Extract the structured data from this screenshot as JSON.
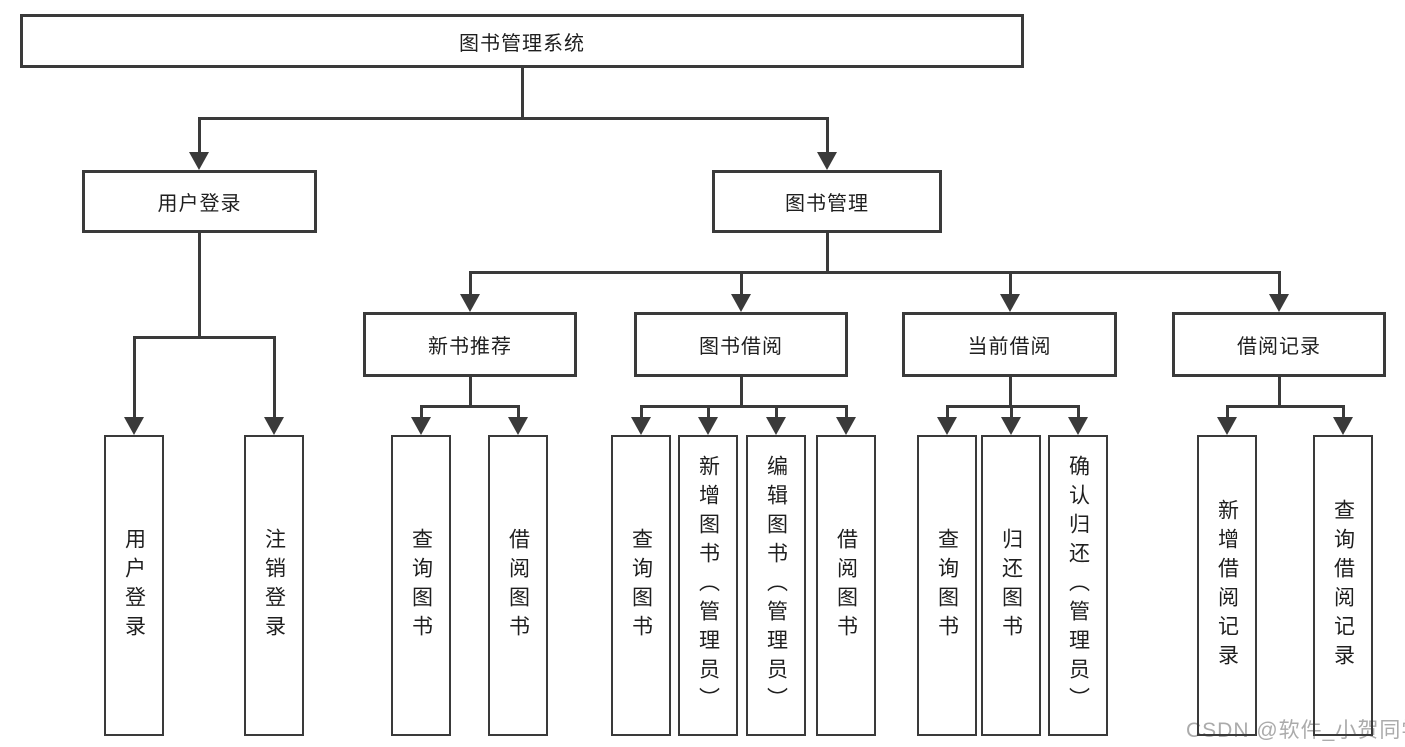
{
  "nodes": {
    "root": "图书管理系统",
    "branches": [
      "用户登录",
      "图书管理"
    ],
    "sections": [
      "新书推荐",
      "图书借阅",
      "当前借阅",
      "借阅记录"
    ],
    "leaves": [
      "用户登录",
      "注销登录",
      "查询图书",
      "借阅图书",
      "查询图书",
      "新增图书（管理员）",
      "编辑图书（管理员）",
      "借阅图书",
      "查询图书",
      "归还图书",
      "确认归还（管理员）",
      "新增借阅记录",
      "查询借阅记录"
    ]
  },
  "watermark": {
    "text": "CSDN @软件_小贺同学"
  },
  "colors": {
    "line": "#3a3a3a",
    "text": "#1f1f1f",
    "watermark": "#ababab",
    "background": "#ffffff"
  }
}
